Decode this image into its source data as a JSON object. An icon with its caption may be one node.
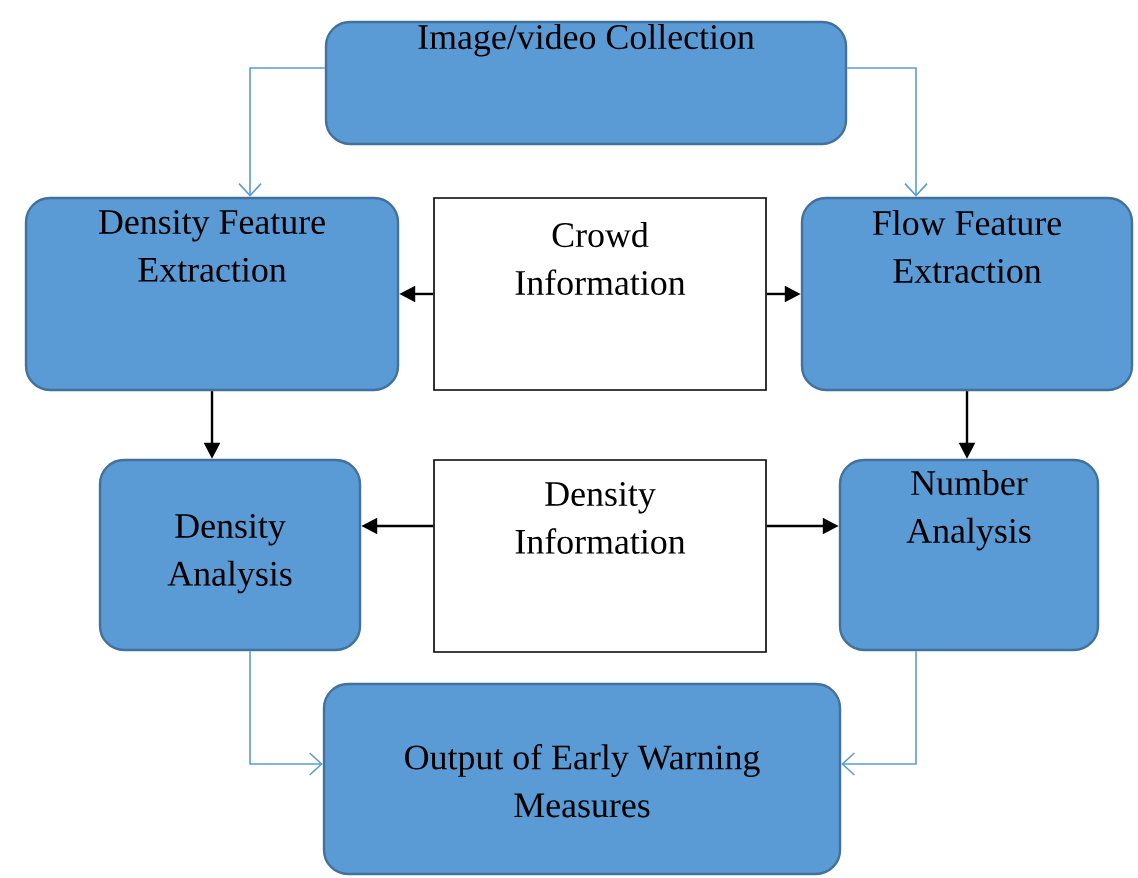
{
  "diagram": {
    "nodes": [
      {
        "text": [
          "Image/video Collection"
        ]
      },
      {
        "text": [
          "Density Feature Extraction"
        ]
      },
      {
        "text": [
          "Crowd Information"
        ]
      },
      {
        "text": [
          "Flow Feature Extraction"
        ]
      },
      {
        "text": [
          "Density Analysis"
        ]
      },
      {
        "text": [
          "Density Information"
        ]
      },
      {
        "text": [
          "Number Analysis"
        ]
      },
      {
        "text": [
          "Output of Early Warning Measures"
        ]
      }
    ],
    "edges": [
      {
        "from": 0,
        "to": 1,
        "arrow": "to",
        "color": "#5b9bd5"
      },
      {
        "from": 0,
        "to": 3,
        "arrow": "to",
        "color": "#5b9bd5"
      },
      {
        "from": 2,
        "to": 1,
        "arrow": "to"
      },
      {
        "from": 2,
        "to": 3,
        "arrow": "to"
      },
      {
        "from": 1,
        "to": 4,
        "arrow": "to"
      },
      {
        "from": 3,
        "to": 6,
        "arrow": "to"
      },
      {
        "from": 5,
        "to": 4,
        "arrow": "to"
      },
      {
        "from": 5,
        "to": 6,
        "arrow": "to"
      },
      {
        "from": 4,
        "to": 7,
        "arrow": "to",
        "color": "#5b9bd5"
      },
      {
        "from": 6,
        "to": 7,
        "arrow": "to",
        "color": "#5b9bd5"
      }
    ]
  }
}
